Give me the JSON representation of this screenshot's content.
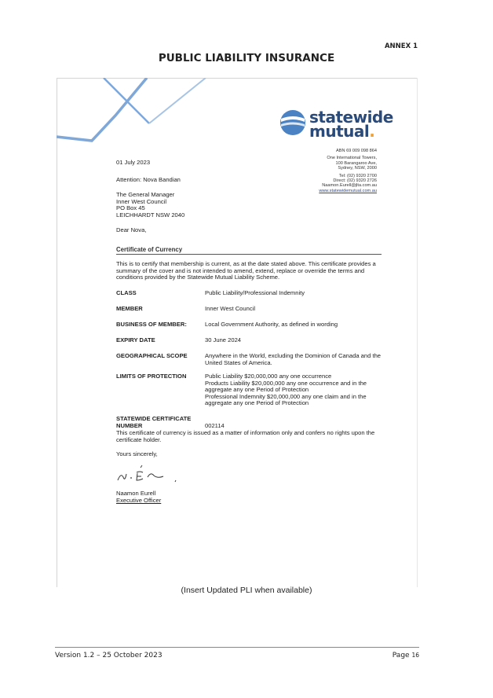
{
  "header": {
    "annex": "ANNEX 1",
    "title": "PUBLIC LIABILITY INSURANCE"
  },
  "certificate": {
    "logo": {
      "line1": "statewide",
      "line2": "mutual",
      "dot": "."
    },
    "contact": {
      "abn": "ABN 69 009 098 864",
      "addr1": "One International Towers,",
      "addr2": "100 Barangaroo Ave,",
      "addr3": "Sydney, NSW, 2000",
      "tel": "Tel: (02) 9320 2700",
      "direct": "Direct: (02) 9320 2726",
      "email": "Naamon.Eurell@jlta.com.au",
      "web": "www.statewidemutual.com.au"
    },
    "date": "01 July 2023",
    "attention": "Attention: Nova Bandian",
    "address": {
      "line1": "The General Manager",
      "line2": "Inner West Council",
      "line3": "PO Box 45",
      "line4": "LEICHHARDT NSW 2040"
    },
    "salutation": "Dear Nova,",
    "heading": "Certificate of Currency",
    "intro": "This is to certify that membership is current, as at the date stated above. This certificate provides a summary of the cover and is not intended to amend, extend, replace or override the terms and conditions provided by the Statewide Mutual Liability Scheme.",
    "rows": {
      "class": {
        "label": "CLASS",
        "value": "Public Liability/Professional Indemnity"
      },
      "member": {
        "label": "MEMBER",
        "value": "Inner West Council"
      },
      "business": {
        "label": "BUSINESS OF MEMBER:",
        "value": "Local Government Authority, as defined in wording"
      },
      "expiry": {
        "label": "EXPIRY DATE",
        "value": "30 June 2024"
      },
      "scope": {
        "label": "GEOGRAPHICAL SCOPE",
        "value": "Anywhere in the World, excluding the Dominion of Canada and the United States of America."
      },
      "limits": {
        "label": "LIMITS OF PROTECTION",
        "line1": "Public Liability $20,000,000 any one occurrence",
        "line2": "Products Liability $20,000,000 any one occurrence and in the aggregate any one Period of Protection",
        "line3": "Professional Indemnity $20,000,000 any one claim and in the aggregate any one Period of Protection"
      },
      "number": {
        "label1": "STATEWIDE CERTIFICATE",
        "label2": "NUMBER",
        "value": "002114"
      }
    },
    "footnote": "This certificate of currency is issued as a matter of information only and confers no rights upon the certificate holder.",
    "closing": "Yours sincerely,",
    "signatory_name": "Naamon Eurell",
    "signatory_role": "Executive Officer"
  },
  "insert_note": "(Insert Updated PLI when available)",
  "footer": {
    "version": "Version 1.2 – 25 October 2023",
    "page_label": "Page",
    "page_number": "16"
  },
  "colors": {
    "brand_blue": "#2a4a7a",
    "logo_accent": "#f0a030",
    "deco_line": "#7fa8d8"
  }
}
